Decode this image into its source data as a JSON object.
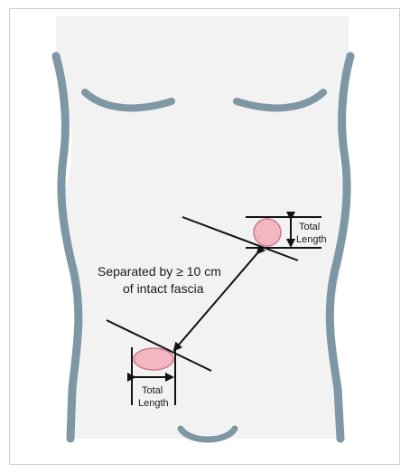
{
  "diagram": {
    "separation_label": {
      "line1": "Separated by ≥ 10 cm",
      "line2": "of intact fascia"
    },
    "upper_site": {
      "measure_label": {
        "line1": "Total",
        "line2": "Length"
      },
      "orientation": "vertical"
    },
    "lower_site": {
      "measure_label": {
        "line1": "Total",
        "line2": "Length"
      },
      "orientation": "horizontal"
    },
    "colors": {
      "body_fill": "#f2f2f2",
      "body_outline": "#7f97a4",
      "defect_fill": "#f2b7c0",
      "defect_stroke": "#c97a8b",
      "line": "#111111"
    }
  }
}
